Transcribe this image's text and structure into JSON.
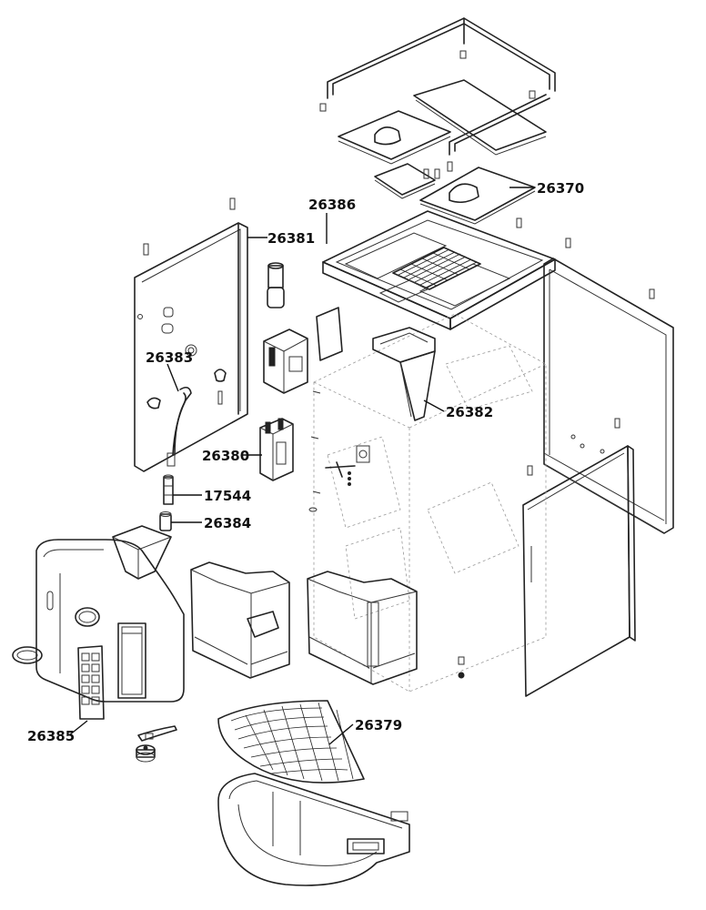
{
  "labels": {
    "part_26370": "26370",
    "part_26386": "26386",
    "part_26381": "26381",
    "part_26383": "26383",
    "part_26382": "26382",
    "part_26380": "26380",
    "part_17544": "17544",
    "part_26384": "26384",
    "part_26385": "26385",
    "part_26379": "26379"
  }
}
